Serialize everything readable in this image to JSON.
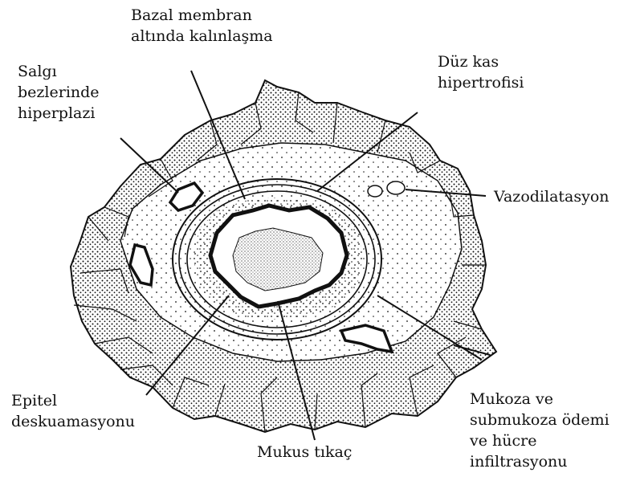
{
  "labels": {
    "bazal": [
      "Bazal membran",
      "altında kalınlaşma"
    ],
    "salgi": [
      "Salgı",
      "bezlerinde",
      "hiperplazi"
    ],
    "duz": [
      "Düz kas",
      "hipertrofisi"
    ],
    "vazo": [
      "Vazodilatasyon"
    ],
    "epitel": [
      "Epitel",
      "deskuamasyonu"
    ],
    "mukus": [
      "Mukus tıkaç"
    ],
    "mukoza": [
      "Mukoza ve",
      "submukoza ödemi",
      "ve hücre",
      "infiltrasyonu"
    ]
  },
  "colors": {
    "ink": "#111111",
    "paper": "#ffffff"
  }
}
